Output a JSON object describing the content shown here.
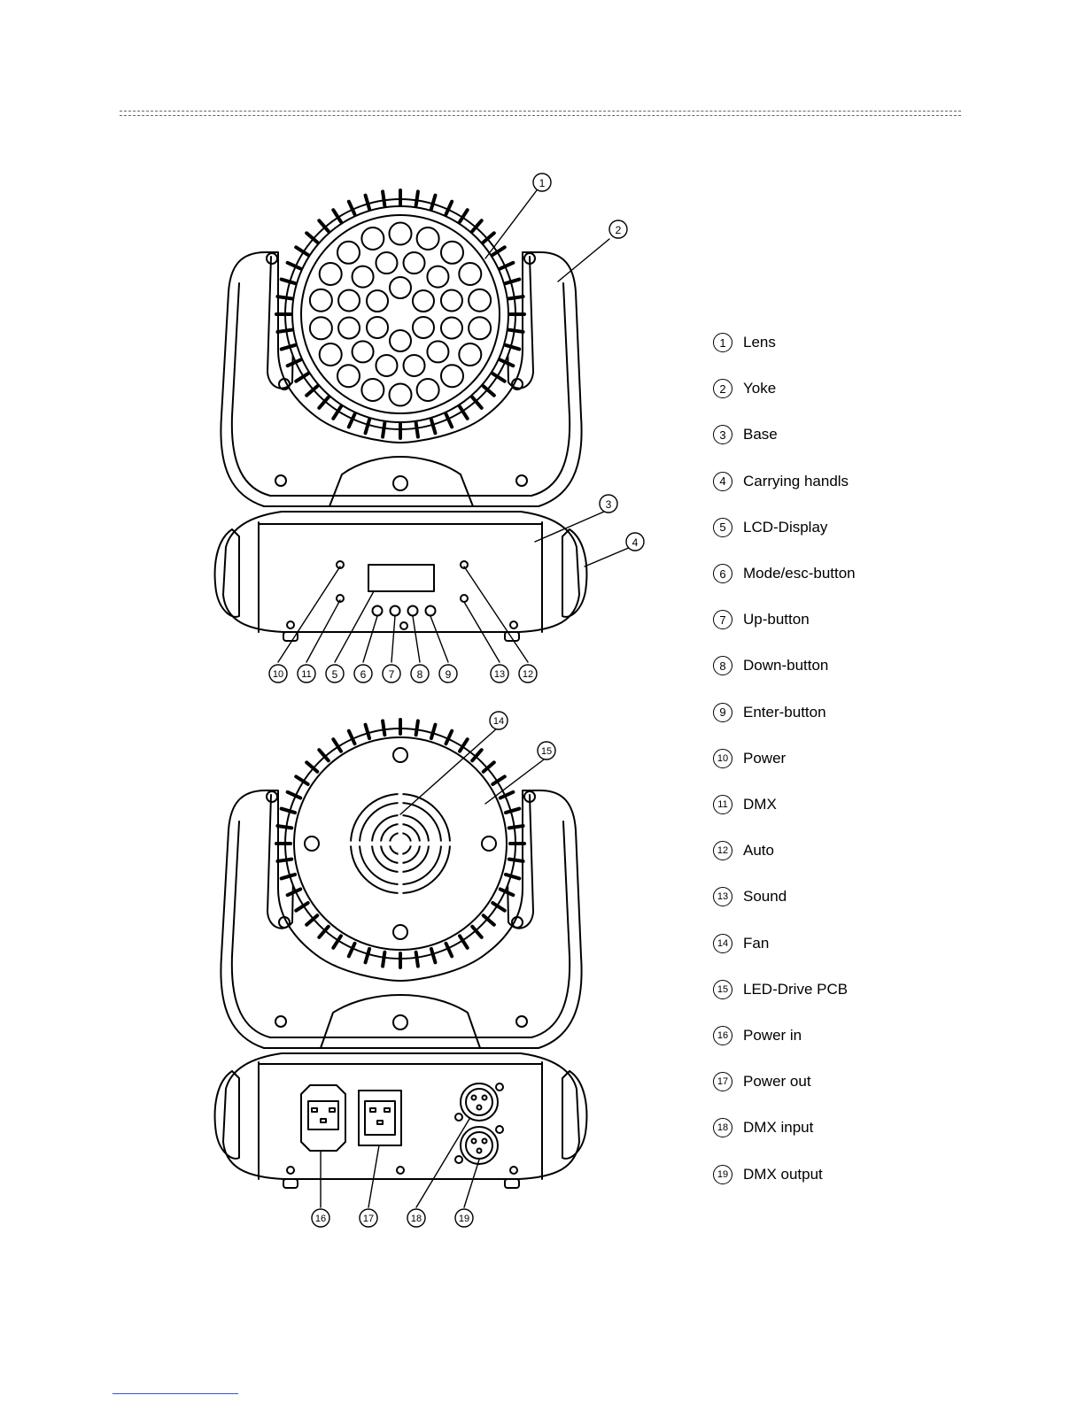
{
  "callouts": {
    "n1": "1",
    "n2": "2",
    "n3": "3",
    "n4": "4",
    "n5": "5",
    "n6": "6",
    "n7": "7",
    "n8": "8",
    "n9": "9",
    "n10": "10",
    "n11": "11",
    "n12": "12",
    "n13": "13",
    "n14": "14",
    "n15": "15",
    "n16": "16",
    "n17": "17",
    "n18": "18",
    "n19": "19"
  },
  "legend": [
    {
      "num": "1",
      "label": "Lens"
    },
    {
      "num": "2",
      "label": "Yoke"
    },
    {
      "num": "3",
      "label": "Base"
    },
    {
      "num": "4",
      "label": "Carrying handls"
    },
    {
      "num": "5",
      "label": "LCD-Display"
    },
    {
      "num": "6",
      "label": "Mode/esc-button"
    },
    {
      "num": "7",
      "label": "Up-button"
    },
    {
      "num": "8",
      "label": "Down-button"
    },
    {
      "num": "9",
      "label": "Enter-button"
    },
    {
      "num": "10",
      "label": "Power"
    },
    {
      "num": "11",
      "label": "DMX"
    },
    {
      "num": "12",
      "label": "Auto"
    },
    {
      "num": "13",
      "label": "Sound"
    },
    {
      "num": "14",
      "label": "Fan"
    },
    {
      "num": "15",
      "label": "LED-Drive PCB"
    },
    {
      "num": "16",
      "label": "Power in"
    },
    {
      "num": "17",
      "label": "Power out"
    },
    {
      "num": "18",
      "label": "DMX input"
    },
    {
      "num": "19",
      "label": "DMX output"
    }
  ]
}
